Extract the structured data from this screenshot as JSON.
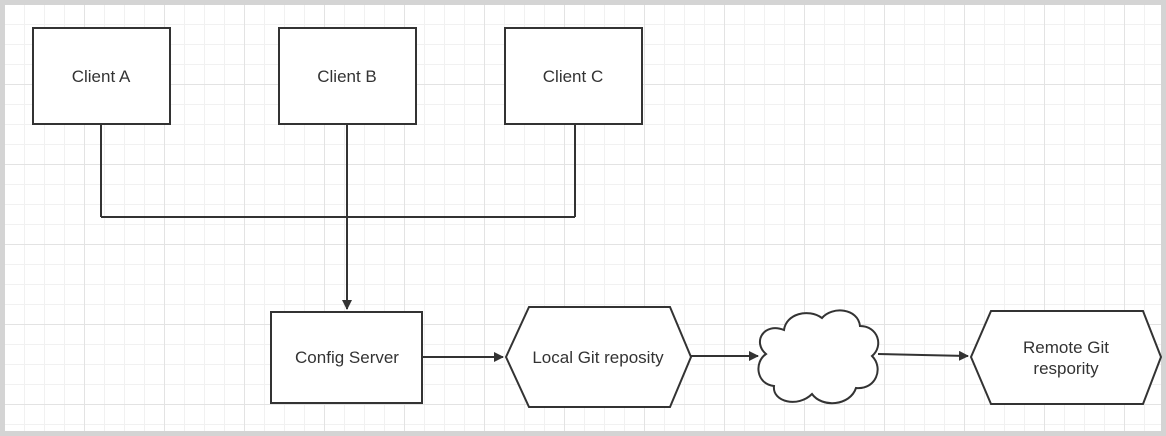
{
  "nodes": {
    "client_a": "Client A",
    "client_b": "Client B",
    "client_c": "Client C",
    "config_server": "Config Server",
    "local_git": "Local Git reposity",
    "remote_git_line1": "Remote Git",
    "remote_git_line2": "respority"
  },
  "colors": {
    "stroke": "#333333",
    "text": "#333333",
    "fill": "#ffffff"
  },
  "shapes": {
    "client_a": "rectangle",
    "client_b": "rectangle",
    "client_c": "rectangle",
    "config_server": "rectangle",
    "local_git": "hexagon",
    "network": "cloud",
    "remote_git": "hexagon"
  }
}
